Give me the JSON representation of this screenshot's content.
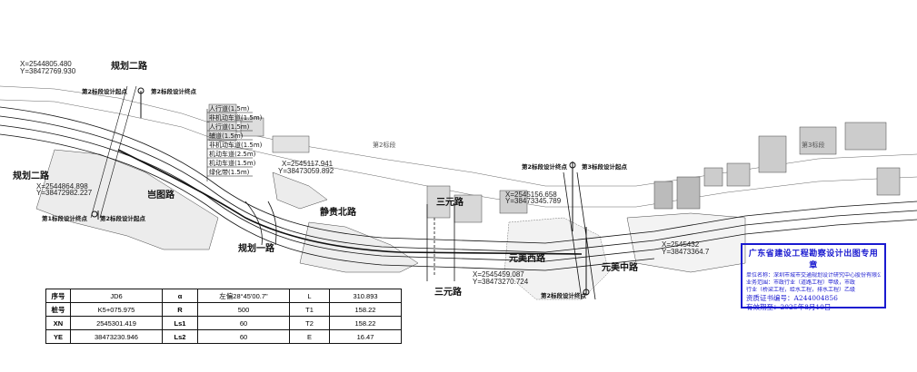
{
  "road_names": {
    "guihua2_top": "规划二路",
    "guihua2_left": "规划二路",
    "qiantu_rd": "岂图路",
    "guihua1_rd": "规划一路",
    "jinggui_north": "静贵北路",
    "sanyuan_top": "三元路",
    "sanyuan_bottom": "三元路",
    "yuanmei_west": "元美西路",
    "yuanmei_mid": "元美中路"
  },
  "coordinates": {
    "top_left_x": "X=2544805.480",
    "top_left_y": "Y=38472769.930",
    "left_x": "X=2544864.898",
    "left_y": "Y=38472982.227",
    "center_x": "X=2545117.941",
    "center_y": "Y=38473059.892",
    "right_x": "X=2545156.658",
    "right_y": "Y=38473345.789",
    "lower_x": "X=2545459.087",
    "lower_y": "Y=38473270.724",
    "far_right_x": "X=2545432",
    "far_right_y": "Y=38473364.7"
  },
  "markers": {
    "lot2_end_top": "第2标段设计终点",
    "lot2_start_top": "第2标段设计起点",
    "lot1_end_left": "第1标段设计终点",
    "lot2_start_left": "第2标段设计起点",
    "lot2_end_right": "第2标段设计终点",
    "lot3_start_right": "第3标段设计起点",
    "lot2_end_bottom": "第2标段设计终点"
  },
  "segment_labels": {
    "lot2": "第2标段",
    "lot3": "第3标段"
  },
  "lane_labels": [
    "人行道(1.5m)",
    "非机动车道(1.5m)",
    "人行道(1.5m)",
    "辅道(1.5m)",
    "非机动车道(1.5m)",
    "机动车道(2.5m)",
    "机动车道(1.5m)",
    "绿化带(1.5m)"
  ],
  "curve_table": [
    [
      "序号",
      "JD6",
      "α",
      "左偏28°45'00.7\"",
      "L",
      "310.893"
    ],
    [
      "桩号",
      "K5+075.975",
      "R",
      "500",
      "T1",
      "158.22"
    ],
    [
      "XN",
      "2545301.419",
      "Ls1",
      "60",
      "T2",
      "158.22"
    ],
    [
      "YE",
      "38473230.946",
      "Ls2",
      "60",
      "E",
      "16.47"
    ]
  ],
  "stamp": {
    "title": "广东省建设工程勘察设计出图专用章",
    "line1": "单位名称：深圳市城市交通规划设计研究中心股份有限公司",
    "line2": "业务范围：市政行业（道路工程）甲级，市政",
    "line3": "行业（桥梁工程，给水工程，排水工程）乙级",
    "line4": "资质证书编号：A244004856",
    "line5": "有效期至：2025年8月10日",
    "color": "#1a1ad0"
  },
  "colors": {
    "line": "#111111",
    "building": "#333333",
    "stamp": "#1a1ad0"
  }
}
